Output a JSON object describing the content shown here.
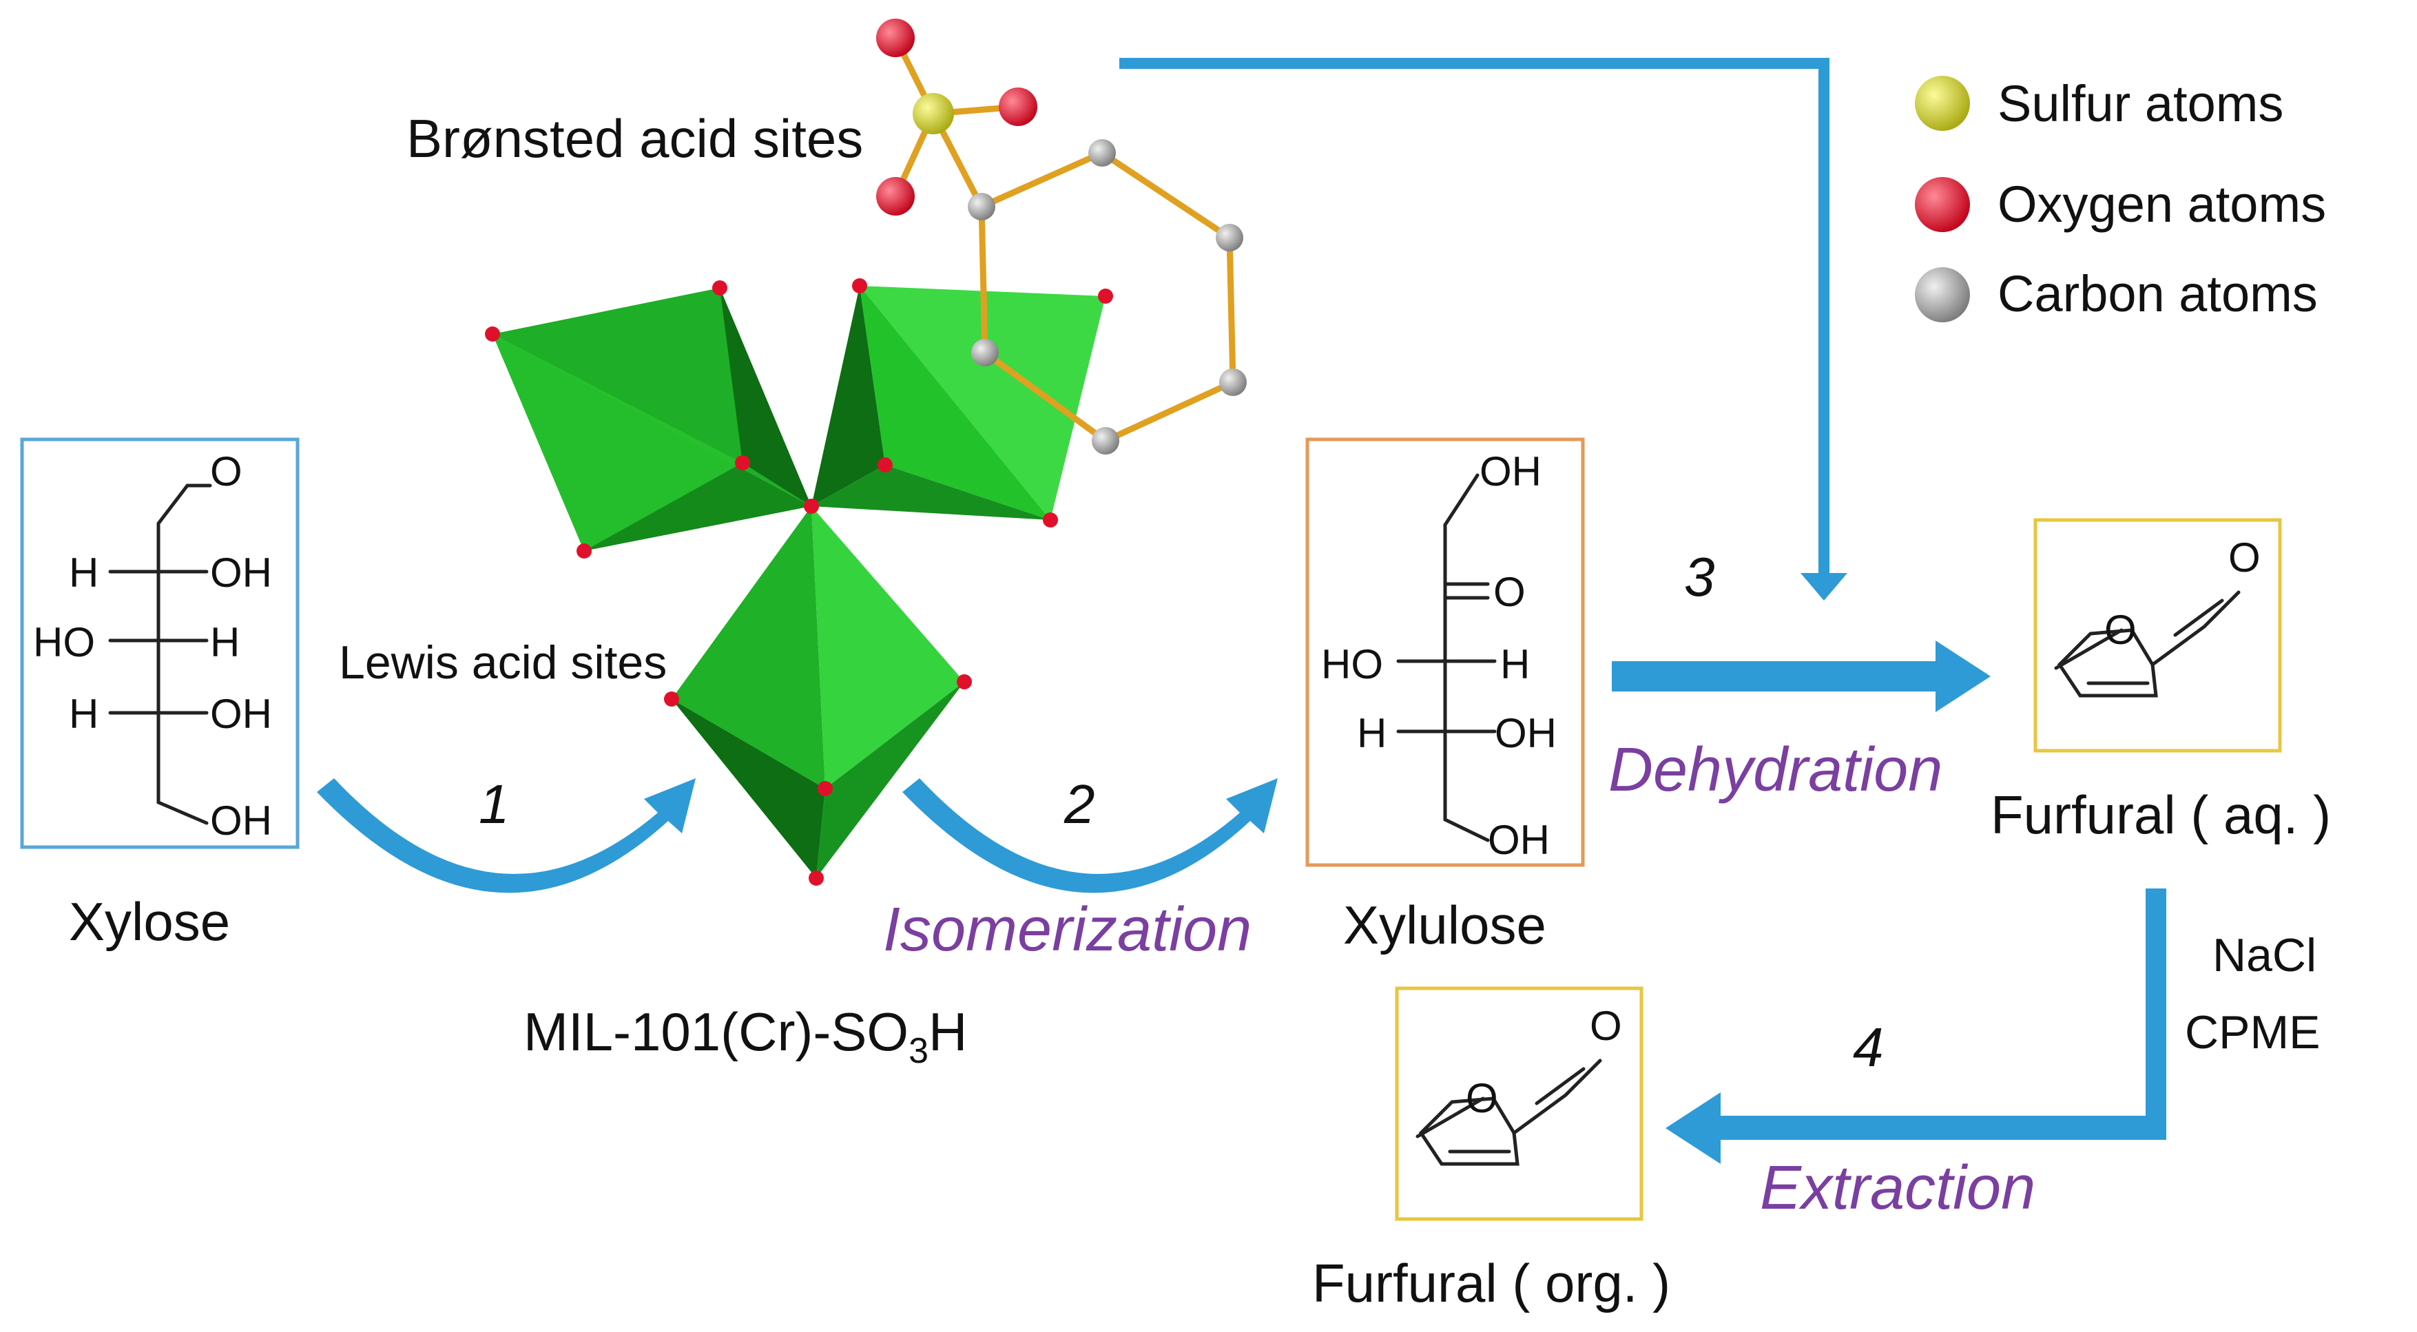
{
  "colors": {
    "arrow": "#2e9bd6",
    "step_name": "#7a3fa0",
    "octahedron_light": "#22c22b",
    "octahedron_dark": "#0d6e14",
    "bond_chain": "#e0a020",
    "xylose_box": "#5aa6d6",
    "xylulose_box": "#e39a5a",
    "furfural_box": "#e8c640",
    "sulfur": "#c8c81e",
    "oxygen": "#e0102a",
    "carbon": "#9a9a9a"
  },
  "legend": {
    "sulfur": "Sulfur atoms",
    "oxygen": "Oxygen atoms",
    "carbon": "Carbon atoms"
  },
  "labels": {
    "bronsted": "Brønsted acid sites",
    "lewis": "Lewis acid sites",
    "catalyst_main": "MIL-101(Cr)-SO",
    "catalyst_sub": "3",
    "catalyst_tail": "H",
    "xylose": "Xylose",
    "xylulose": "Xylulose",
    "furfural_aq": "Furfural ( aq. )",
    "furfural_org": "Furfural ( org. )",
    "nacl": "NaCl",
    "cpme": "CPME"
  },
  "steps": [
    {
      "num": "1",
      "name": ""
    },
    {
      "num": "2",
      "name": "Isomerization"
    },
    {
      "num": "3",
      "name": "Dehydration"
    },
    {
      "num": "4",
      "name": "Extraction"
    }
  ],
  "chem": {
    "O": "O",
    "H": "H",
    "HO": "HO",
    "OH": "OH"
  }
}
